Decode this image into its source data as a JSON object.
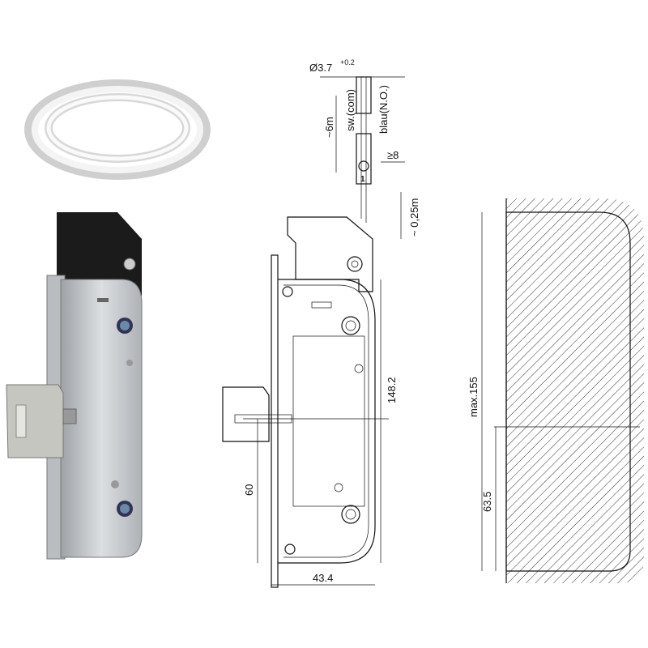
{
  "labels": {
    "diameter": "Ø3.7",
    "diameter_tol": "+0.2",
    "cable_length": "~6m",
    "wire_black": "sw.(com)",
    "wire_blue": "blau(N.O.)",
    "min_gap": "≥8",
    "connector_number": "1",
    "lead_length": "~ 0,25m",
    "height": "148.2",
    "bolt_offset": "60",
    "width": "43.4",
    "max_height": "max.155",
    "half_height": "63.5"
  }
}
